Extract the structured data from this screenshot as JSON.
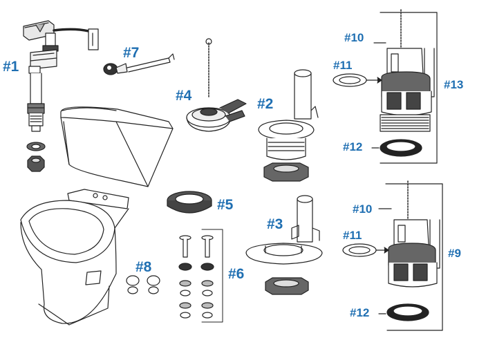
{
  "labels": {
    "p1": "#1",
    "p2": "#2",
    "p3": "#3",
    "p4": "#4",
    "p5": "#5",
    "p6": "#6",
    "p7": "#7",
    "p8": "#8",
    "p9": "#9",
    "p10a": "#10",
    "p10b": "#10",
    "p11a": "#11",
    "p11b": "#11",
    "p12a": "#12",
    "p12b": "#12",
    "p13": "#13"
  },
  "colors": {
    "label": "#1f6fb2",
    "line": "#222222",
    "shade": "#d9d9d9",
    "dark": "#3a3a3a"
  }
}
